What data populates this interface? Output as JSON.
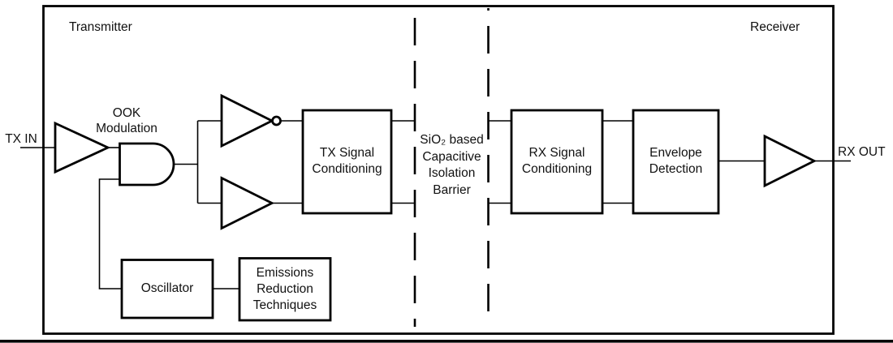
{
  "diagram": {
    "section_labels": {
      "transmitter": "Transmitter",
      "receiver": "Receiver"
    },
    "ports": {
      "input": "TX IN",
      "output": "RX OUT"
    },
    "annotations": {
      "ook_modulation": "OOK\nModulation",
      "isolation_barrier": "SiO₂ based\nCapacitive\nIsolation\nBarrier"
    },
    "blocks": {
      "tx_signal_conditioning": "TX Signal\nConditioning",
      "rx_signal_conditioning": "RX Signal\nConditioning",
      "envelope_detection": "Envelope\nDetection",
      "oscillator": "Oscillator",
      "emissions_reduction": "Emissions\nReduction\nTechniques"
    },
    "colors": {
      "line": "#000000",
      "text": "#111111",
      "background": "#ffffff"
    }
  }
}
